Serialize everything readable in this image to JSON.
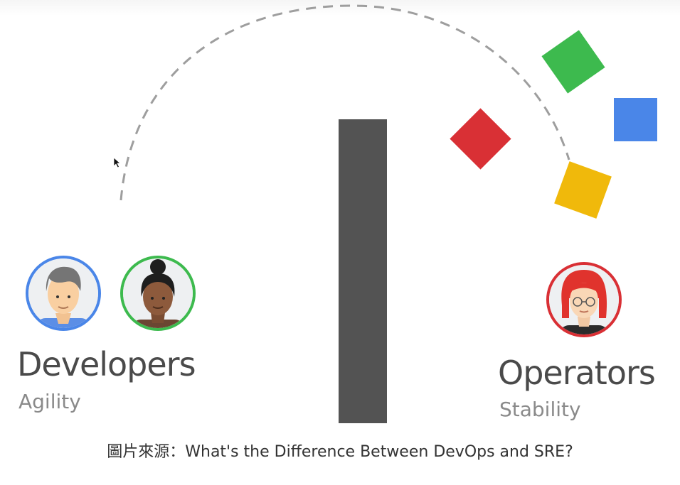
{
  "developers": {
    "title": "Developers",
    "subtitle": "Agility"
  },
  "operators": {
    "title": "Operators",
    "subtitle": "Stability"
  },
  "caption": {
    "prefix": "圖片來源：",
    "title": "What's the Difference Between DevOps and SRE?"
  },
  "colors": {
    "wall": "#535353",
    "arc": "#9e9e9e",
    "green": "#3dba4e",
    "blue": "#4a86e8",
    "red": "#d93035",
    "yellow": "#f0b90b",
    "developer_ring_1": "#4a86e8",
    "developer_ring_2": "#3dba4e",
    "operator_ring": "#d93035"
  },
  "icons": [
    "cursor-icon",
    "developer-avatar-man",
    "developer-avatar-woman",
    "operator-avatar-woman"
  ]
}
